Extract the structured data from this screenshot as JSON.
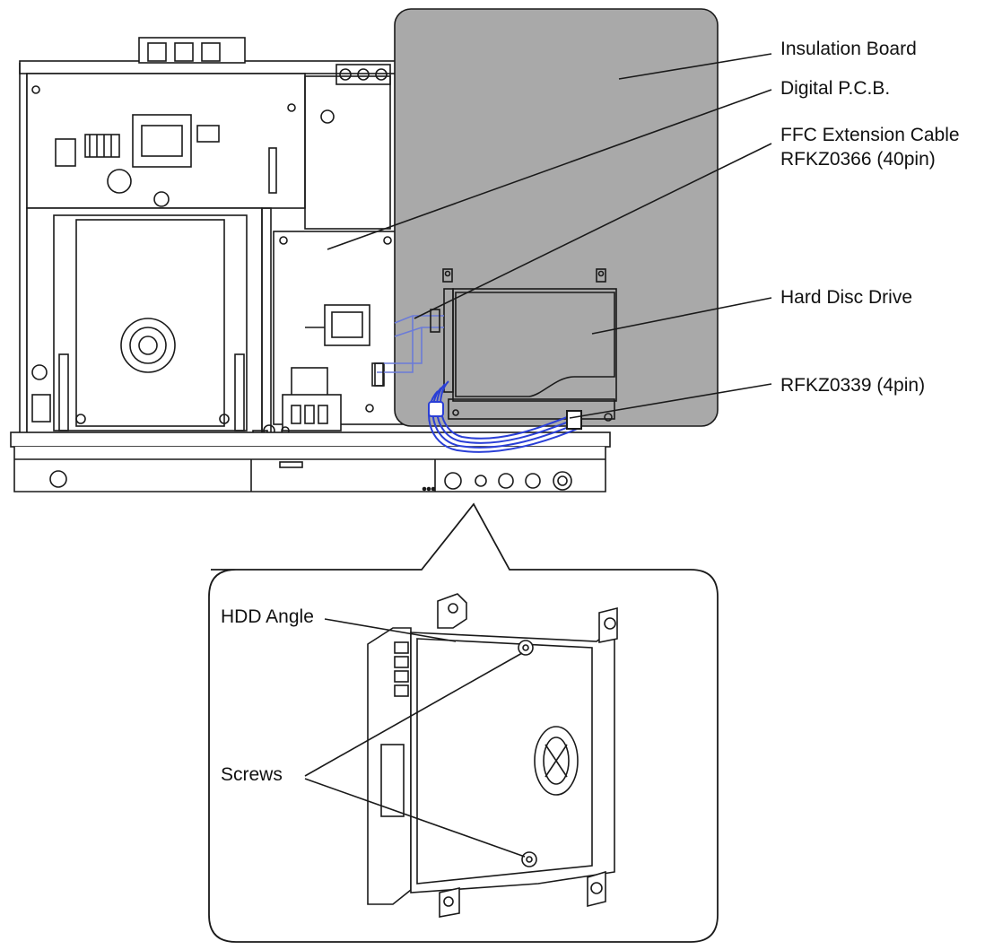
{
  "labels": {
    "insulation_board": "Insulation Board",
    "digital_pcb": "Digital P.C.B.",
    "ffc_cable_line1": "FFC Extension Cable",
    "ffc_cable_line2": "RFKZ0366 (40pin)",
    "hard_disc_drive": "Hard Disc Drive",
    "rfkz0339": "RFKZ0339 (4pin)",
    "hdd_angle": "HDD Angle",
    "screws": "Screws"
  },
  "colors": {
    "insulation_board_fill": "#a9a9a9",
    "cable": "#2a3fd6",
    "ffc_cable": "#6b7bd8",
    "line": "#1a1a1a"
  }
}
